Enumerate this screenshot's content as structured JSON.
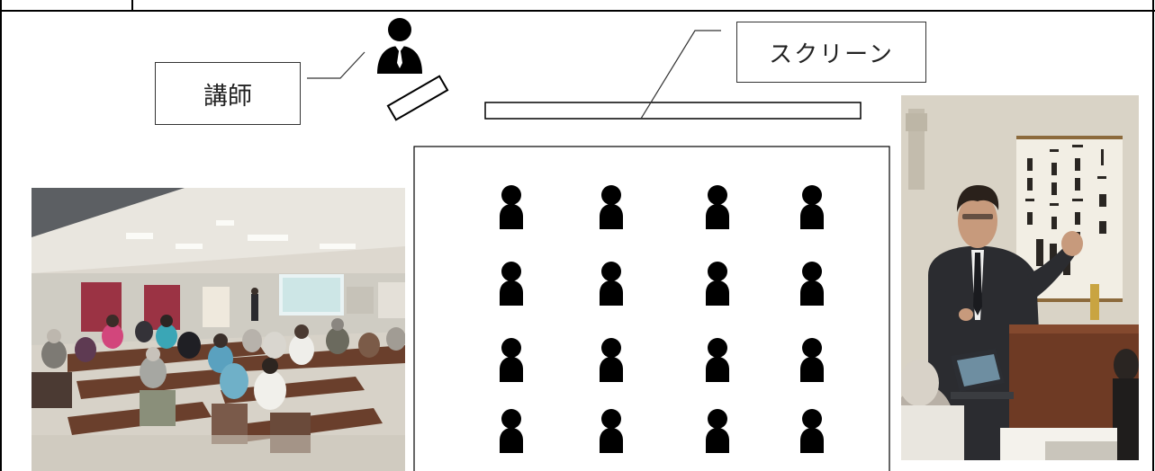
{
  "labels": {
    "lecturer": "講師",
    "screen": "スクリーン"
  },
  "seating": {
    "rows": 4,
    "columns": 4,
    "audience_icon": "person-icon"
  },
  "photos": {
    "left": "classroom-audience-photo",
    "right": "lecturer-presenting-photo"
  },
  "colors": {
    "line": "#000000",
    "icon": "#000000",
    "background": "#ffffff"
  }
}
